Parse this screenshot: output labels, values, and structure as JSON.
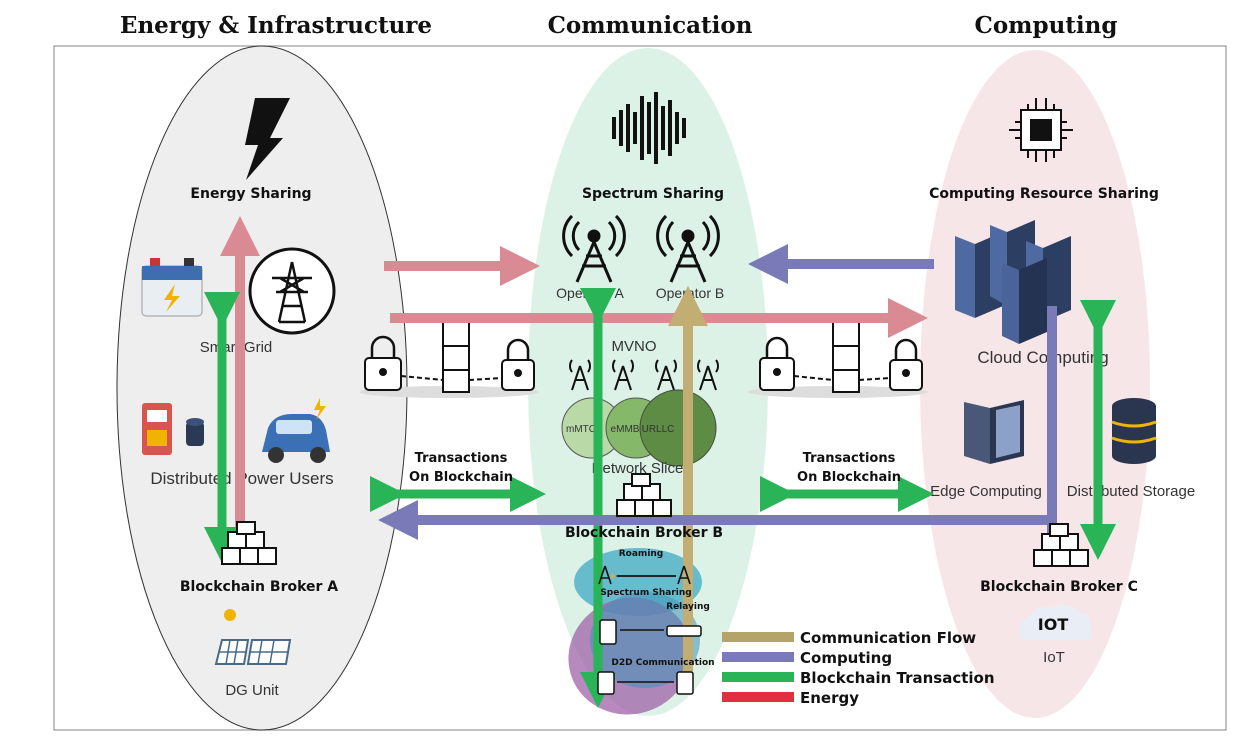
{
  "headers": {
    "energy": "Energy & Infrastructure",
    "communication": "Communication",
    "computing": "Computing"
  },
  "energy_column": {
    "energy_sharing": "Energy Sharing",
    "smart_grid": "Smart Grid",
    "distributed_power_users": "Distributed Power Users",
    "broker": "Blockchain Broker A",
    "dg_unit": "DG Unit"
  },
  "communication_column": {
    "spectrum_sharing": "Spectrum Sharing",
    "operator_a": "Operator A",
    "operator_b": "Operator B",
    "mvno": "MVNO",
    "slices": [
      "mMTC",
      "eMMB",
      "URLLC"
    ],
    "network_slicer": "Network Slicer",
    "broker": "Blockchain Broker B",
    "roaming": "Roaming",
    "spectrum_sharing_small": "Spectrum Sharing",
    "relaying": "Relaying",
    "d2d": "D2D Communication"
  },
  "computing_column": {
    "computing_resource_sharing": "Computing Resource Sharing",
    "cloud_computing": "Cloud Computing",
    "edge_computing": "Edge Computing",
    "distributed_storage": "Distributed Storage",
    "broker": "Blockchain Broker C",
    "iot_badge": "IOT",
    "iot": "IoT"
  },
  "transactions_left": [
    "Transactions",
    "On Blockchain"
  ],
  "transactions_right": [
    "Transactions",
    "On Blockchain"
  ],
  "legend": [
    {
      "label": "Communication Flow",
      "color": "#b5a46a"
    },
    {
      "label": "Computing",
      "color": "#7a7ab8"
    },
    {
      "label": "Blockchain Transaction",
      "color": "#28b457"
    },
    {
      "label": "Energy",
      "color": "#e03040"
    }
  ],
  "colors": {
    "energy_arrow": "#d98a93",
    "computing_arrow": "#7a7ab8",
    "blockchain_arrow": "#28b457",
    "communication_arrow": "#c2ad73"
  }
}
